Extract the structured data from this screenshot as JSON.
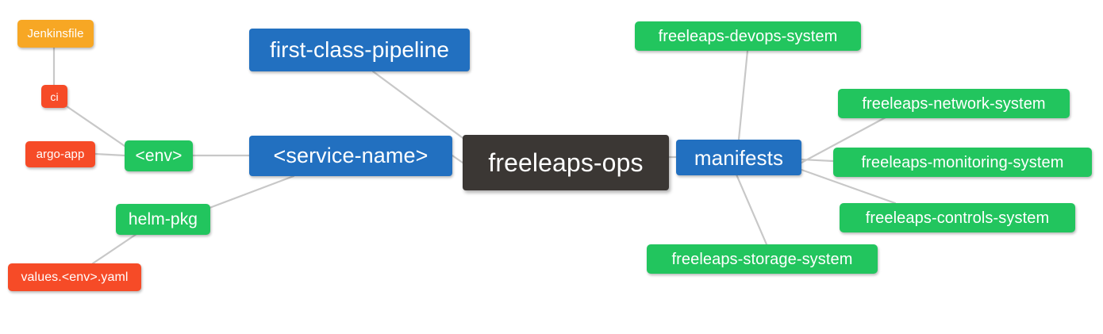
{
  "diagram": {
    "type": "mindmap",
    "title": "freeleaps-ops",
    "background_color": "#ffffff",
    "edge_color": "#c8c8c8",
    "palette": {
      "root": "#3b3734",
      "blue": "#2270c0",
      "green": "#22c55e",
      "orange": "#f7a724",
      "red": "#f64b27",
      "text": "#ffffff"
    }
  },
  "nodes": {
    "root": {
      "label": "freeleaps-ops",
      "color": "#3b3734",
      "level": 0
    },
    "first_class_pipeline": {
      "label": "first-class-pipeline",
      "color": "#2270c0",
      "level": 1
    },
    "service_name": {
      "label": "<service-name>",
      "color": "#2270c0",
      "level": 1
    },
    "manifests": {
      "label": "manifests",
      "color": "#2270c0",
      "level": 1
    },
    "env": {
      "label": "<env>",
      "color": "#22c55e",
      "level": 2
    },
    "helm_pkg": {
      "label": "helm-pkg",
      "color": "#22c55e",
      "level": 2
    },
    "jenkinsfile": {
      "label": "Jenkinsfile",
      "color": "#f7a724",
      "level": 4
    },
    "ci": {
      "label": "ci",
      "color": "#f64b27",
      "level": 3
    },
    "argo_app": {
      "label": "argo-app",
      "color": "#f64b27",
      "level": 3
    },
    "values_yaml": {
      "label": "values.<env>.yaml",
      "color": "#f64b27",
      "level": 3
    },
    "devops_system": {
      "label": "freeleaps-devops-system",
      "color": "#22c55e",
      "level": 2
    },
    "network_system": {
      "label": "freeleaps-network-system",
      "color": "#22c55e",
      "level": 2
    },
    "monitoring_system": {
      "label": "freeleaps-monitoring-system",
      "color": "#22c55e",
      "level": 2
    },
    "controls_system": {
      "label": "freeleaps-controls-system",
      "color": "#22c55e",
      "level": 2
    },
    "storage_system": {
      "label": "freeleaps-storage-system",
      "color": "#22c55e",
      "level": 2
    }
  },
  "edges": [
    {
      "from": "root",
      "to": "first_class_pipeline"
    },
    {
      "from": "root",
      "to": "service_name"
    },
    {
      "from": "root",
      "to": "manifests"
    },
    {
      "from": "service_name",
      "to": "env"
    },
    {
      "from": "service_name",
      "to": "helm_pkg"
    },
    {
      "from": "env",
      "to": "ci"
    },
    {
      "from": "env",
      "to": "argo_app"
    },
    {
      "from": "ci",
      "to": "jenkinsfile"
    },
    {
      "from": "helm_pkg",
      "to": "values_yaml"
    },
    {
      "from": "manifests",
      "to": "devops_system"
    },
    {
      "from": "manifests",
      "to": "network_system"
    },
    {
      "from": "manifests",
      "to": "monitoring_system"
    },
    {
      "from": "manifests",
      "to": "controls_system"
    },
    {
      "from": "manifests",
      "to": "storage_system"
    }
  ]
}
